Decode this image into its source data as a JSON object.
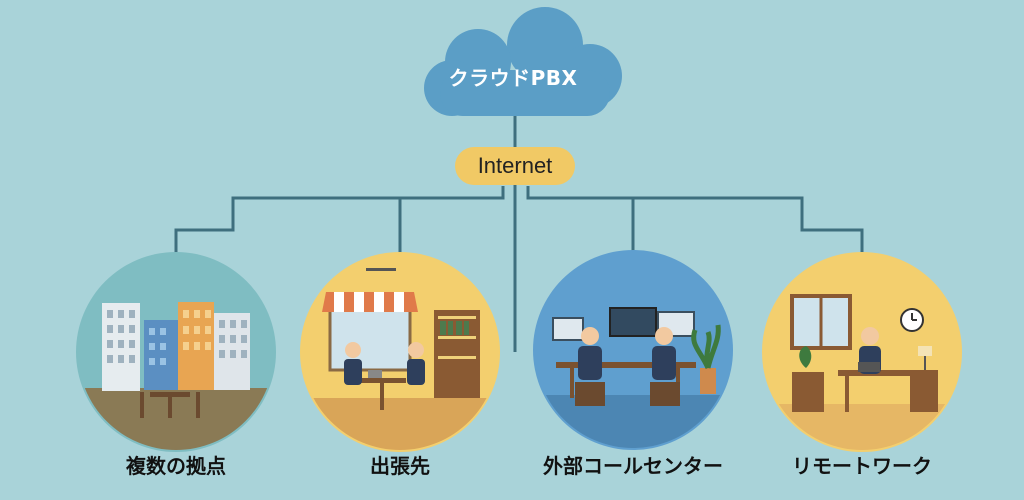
{
  "cloud": {
    "label": "クラウドPBX",
    "icon": "cloud-icon",
    "color": "#5b9ec6"
  },
  "hub": {
    "label": "Internet",
    "color": "#f1c965"
  },
  "nodes": [
    {
      "label": "複数の拠点",
      "icon": "office-buildings-icon"
    },
    {
      "label": "出張先",
      "icon": "cafe-meeting-icon"
    },
    {
      "label": "外部コールセンター",
      "icon": "call-center-icon"
    },
    {
      "label": "リモートワーク",
      "icon": "home-office-icon"
    }
  ],
  "colors": {
    "background": "#a9d3d9",
    "line": "#3f6f7e",
    "circle_yellow": "#f3cf6e",
    "circle_blue": "#5f9fcf",
    "circle_teal": "#7fbdc2"
  }
}
